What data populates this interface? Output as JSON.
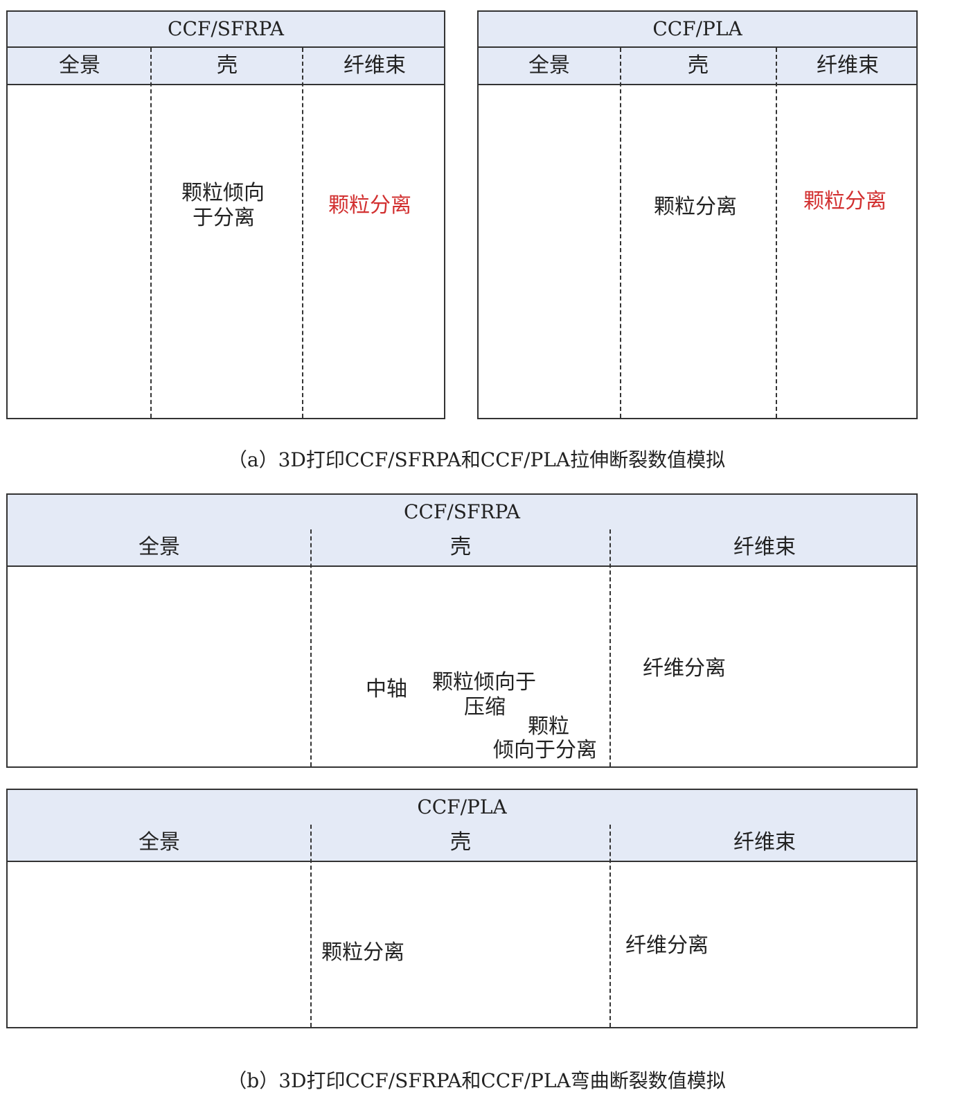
{
  "part_a": {
    "left": {
      "title": "CCF/SFRPA",
      "cols": [
        "全景",
        "壳",
        "纤维束"
      ],
      "annotations": {
        "shell": [
          "颗粒倾向",
          "于分离"
        ],
        "fiber": "颗粒分离"
      }
    },
    "right": {
      "title": "CCF/PLA",
      "cols": [
        "全景",
        "壳",
        "纤维束"
      ],
      "annotations": {
        "shell": "颗粒分离",
        "fiber": "颗粒分离"
      }
    },
    "caption": "（a）3D打印CCF/SFRPA和CCF/PLA拉伸断裂数值模拟"
  },
  "part_b": {
    "top": {
      "title": "CCF/SFRPA",
      "cols": [
        "全景",
        "壳",
        "纤维束"
      ],
      "annotations": {
        "axis": "中轴",
        "compress": [
          "颗粒倾向于",
          "压缩"
        ],
        "separate": [
          "颗粒",
          "倾向于分离"
        ],
        "fiber": "纤维分离"
      }
    },
    "bottom": {
      "title": "CCF/PLA",
      "cols": [
        "全景",
        "壳",
        "纤维束"
      ],
      "annotations": {
        "shell": "颗粒分离",
        "fiber": "纤维分离"
      }
    },
    "caption": "（b）3D打印CCF/SFRPA和CCF/PLA弯曲断裂数值模拟"
  },
  "colors": {
    "header_bg": "#e4eaf6",
    "shell_pink": "#f4c4c8",
    "fiber_gray": "#555555",
    "annotation_red": "#d23030"
  }
}
